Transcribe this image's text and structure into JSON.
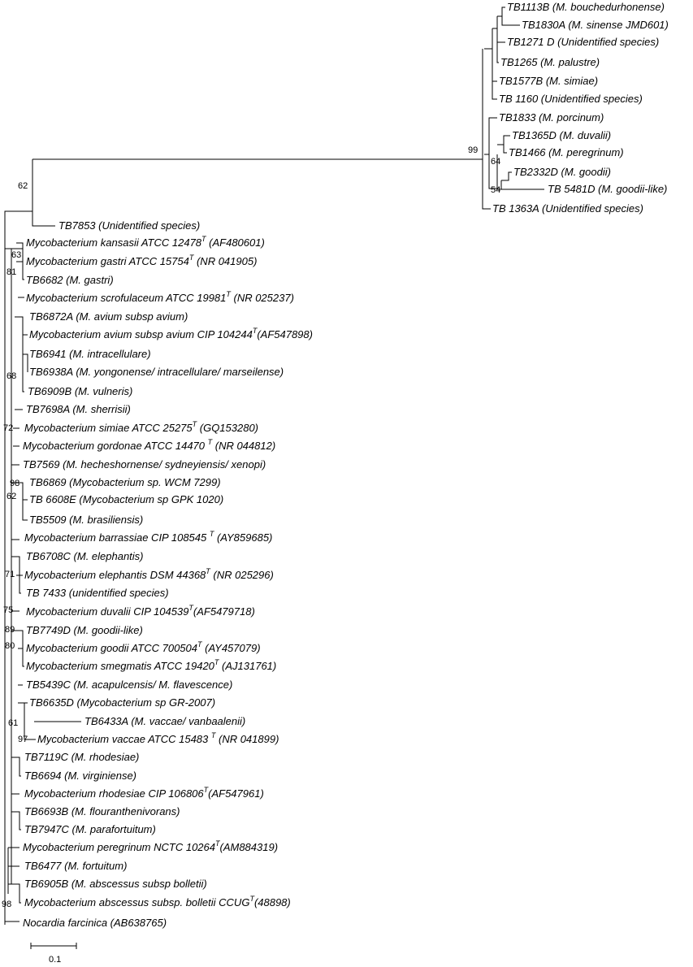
{
  "tree": {
    "leaves": [
      {
        "id": "tb1113b",
        "text": "TB1113B (M. bouchedurhonense)"
      },
      {
        "id": "tb1830a",
        "text": "TB1830A (M. sinense JMD601)"
      },
      {
        "id": "tb1271d",
        "text": "TB1271 D (Unidentified species)"
      },
      {
        "id": "tb1265",
        "text": "TB1265 (M. palustre)"
      },
      {
        "id": "tb1577b",
        "text": "TB1577B (M. simiae)"
      },
      {
        "id": "tb1160",
        "text": "TB 1160 (Unidentified species)"
      },
      {
        "id": "tb1833",
        "text": "TB1833 (M. porcinum)"
      },
      {
        "id": "tb1365d",
        "text": "TB1365D (M. duvalii)"
      },
      {
        "id": "tb1466",
        "text": "TB1466 (M. peregrinum)"
      },
      {
        "id": "tb2332d",
        "text": "TB2332D (M. goodii)"
      },
      {
        "id": "tb5481d",
        "text": "TB 5481D (M. goodii-like)"
      },
      {
        "id": "tb1363a",
        "text": "TB 1363A (Unidentified species)"
      },
      {
        "id": "tb7853",
        "text": "TB7853 (Unidentified species)"
      },
      {
        "id": "kansasii",
        "pre": "Mycobacterium kansasii ATCC 12478",
        "sup": "T",
        "post": " (AF480601)"
      },
      {
        "id": "gastri",
        "pre": "Mycobacterium gastri ATCC 15754",
        "sup": "T",
        "post": " (NR 041905)"
      },
      {
        "id": "tb6682",
        "text": "TB6682 (M. gastri)"
      },
      {
        "id": "scrofulaceum",
        "pre": "Mycobacterium scrofulaceum ATCC 19981",
        "sup": "T",
        "post": " (NR 025237)"
      },
      {
        "id": "tb6872a",
        "text": "TB6872A (M. avium subsp avium)"
      },
      {
        "id": "avium",
        "pre": "Mycobacterium avium subsp avium CIP 104244",
        "sup": "T",
        "post": "(AF547898)"
      },
      {
        "id": "tb6941",
        "text": "TB6941 (M. intracellulare)"
      },
      {
        "id": "tb6938a",
        "text": "TB6938A (M. yongonense/ intracellulare/ marseilense)"
      },
      {
        "id": "tb6909b",
        "text": "TB6909B (M. vulneris)"
      },
      {
        "id": "tb7698a",
        "text": "TB7698A (M. sherrisii)"
      },
      {
        "id": "simiae",
        "pre": "Mycobacterium simiae ATCC 25275",
        "sup": "T",
        "post": " (GQ153280)"
      },
      {
        "id": "gordonae",
        "pre": "Mycobacterium gordonae ATCC 14470 ",
        "sup": "T",
        "post": " (NR 044812)"
      },
      {
        "id": "tb7569",
        "text": "TB7569 (M. hecheshornense/ sydneyiensis/ xenopi)"
      },
      {
        "id": "tb6869",
        "text": "TB6869 (Mycobacterium sp. WCM 7299)"
      },
      {
        "id": "tb6608e",
        "text": "TB 6608E (Mycobacterium sp GPK 1020)"
      },
      {
        "id": "tb5509",
        "text": "TB5509 (M. brasiliensis)"
      },
      {
        "id": "barrassiae",
        "pre": "Mycobacterium barrassiae CIP 108545 ",
        "sup": "T",
        "post": " (AY859685)"
      },
      {
        "id": "tb6708c",
        "text": "TB6708C (M. elephantis)"
      },
      {
        "id": "elephantis",
        "pre": "Mycobacterium elephantis DSM 44368",
        "sup": "T",
        "post": " (NR 025296)"
      },
      {
        "id": "tb7433",
        "text": "TB 7433 (unidentified species)"
      },
      {
        "id": "duvalii",
        "pre": "Mycobacterium duvalii CIP 104539",
        "sup": "T",
        "post": "(AF5479718)"
      },
      {
        "id": "tb7749d",
        "text": "TB7749D (M. goodii-like)"
      },
      {
        "id": "goodii",
        "pre": "Mycobacterium goodii ATCC 700504",
        "sup": "T",
        "post": "  (AY457079)"
      },
      {
        "id": "smegmatis",
        "pre": "Mycobacterium smegmatis ATCC 19420",
        "sup": "T",
        "post": " (AJ131761)"
      },
      {
        "id": "tb5439c",
        "text": "TB5439C (M. acapulcensis/ M. flavescence)"
      },
      {
        "id": "tb6635d",
        "text": "TB6635D (Mycobacterium sp GR-2007)"
      },
      {
        "id": "tb6433a",
        "text": "TB6433A (M. vaccae/ vanbaalenii)"
      },
      {
        "id": "vaccae",
        "pre": "Mycobacterium vaccae ATCC 15483 ",
        "sup": "T",
        "post": " (NR 041899)"
      },
      {
        "id": "tb7119c",
        "text": "TB7119C (M. rhodesiae)"
      },
      {
        "id": "tb6694",
        "text": "TB6694 (M. virginiense)"
      },
      {
        "id": "rhodesiae",
        "pre": "Mycobacterium rhodesiae  CIP 106806",
        "sup": "T",
        "post": "(AF547961)"
      },
      {
        "id": "tb6693b",
        "text": "TB6693B (M. flouranthenivorans)"
      },
      {
        "id": "tb7947c",
        "text": "TB7947C (M. parafortuitum)"
      },
      {
        "id": "peregrinum",
        "pre": "Mycobacterium peregrinum NCTC 10264",
        "sup": "T",
        "post": "(AM884319)"
      },
      {
        "id": "tb6477",
        "text": "TB6477 (M. fortuitum)"
      },
      {
        "id": "tb6905b",
        "text": "TB6905B (M. abscessus subsp bolletii)"
      },
      {
        "id": "abscessus",
        "pre": "Mycobacterium abscessus subsp. bolletii CCUG",
        "sup": "T",
        "post": "(48898)"
      },
      {
        "id": "nocardia",
        "text": "Nocardia farcinica (AB638765)"
      }
    ],
    "bootstrap": [
      "99",
      "64",
      "54",
      "62",
      "63",
      "81",
      "68",
      "72",
      "98",
      "62",
      "71",
      "75",
      "89",
      "80",
      "61",
      "97",
      "98"
    ],
    "scale_bar": {
      "label": "0.1"
    }
  }
}
